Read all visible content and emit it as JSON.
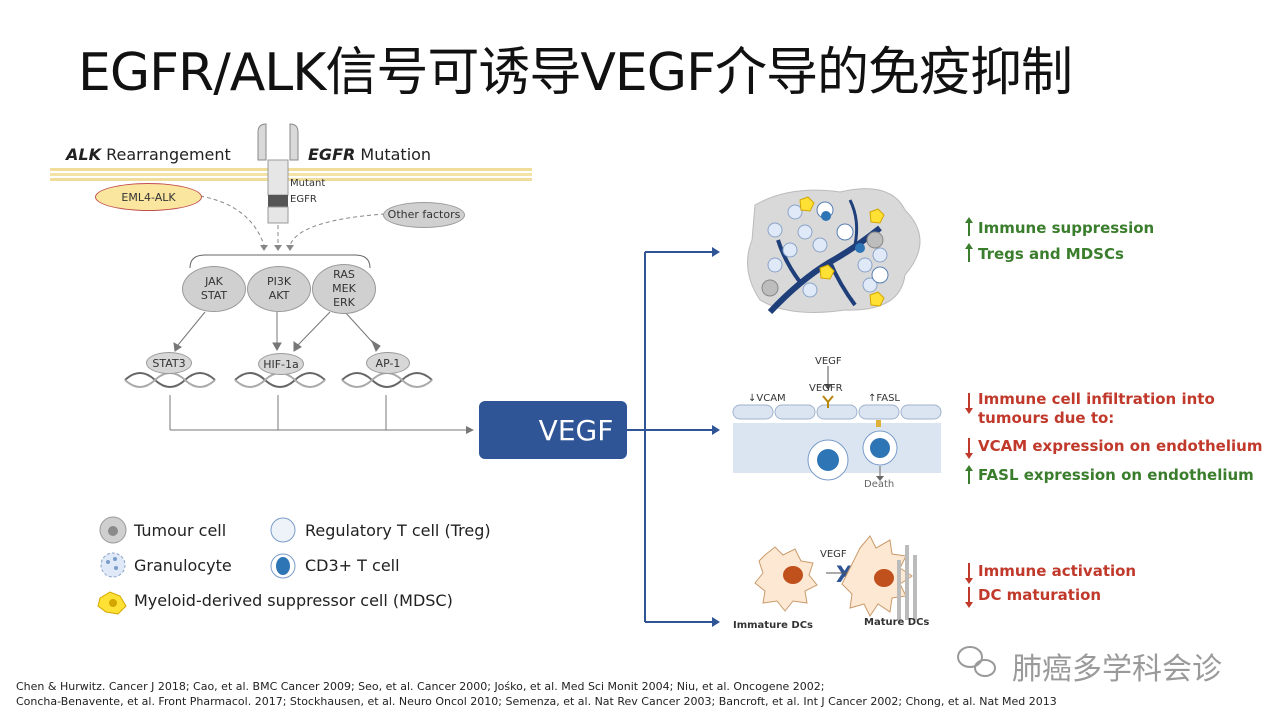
{
  "title": "EGFR/ALK信号可诱导VEGF介导的免疫抑制",
  "pathway": {
    "alk_italic": "ALK",
    "alk_rest": " Rearrangement",
    "egfr_italic": "EGFR",
    "egfr_rest": " Mutation",
    "eml4_alk": "EML4-ALK",
    "mutant": "Mutant",
    "egfr": "EGFR",
    "other_factors": "Other factors",
    "kinases": [
      {
        "l1": "JAK",
        "l2": "STAT",
        "l3": ""
      },
      {
        "l1": "PI3K",
        "l2": "AKT",
        "l3": ""
      },
      {
        "l1": "RAS",
        "l2": "MEK",
        "l3": "ERK"
      }
    ],
    "tfs": [
      "STAT3",
      "HIF-1a",
      "AP-1"
    ]
  },
  "vegf_box": "VEGF",
  "tme": {
    "vegf": "VEGF",
    "vegfr": "VEGFR",
    "vcam": "VCAM",
    "fasl": "FASL",
    "death": "Death",
    "immature_dcs": "Immature DCs",
    "mature_dcs": "Mature DCs",
    "dc_vegf": "VEGF"
  },
  "effects": {
    "block1": [
      {
        "dir": "up",
        "text": "Immune suppression",
        "color": "green"
      },
      {
        "dir": "up",
        "text": "Tregs and MDSCs",
        "color": "green"
      }
    ],
    "block2": [
      {
        "dir": "down",
        "text": "Immune cell infiltration into",
        "text2": "tumours due to:",
        "color": "red"
      },
      {
        "dir": "down",
        "text": "VCAM expression on endothelium",
        "color": "red"
      },
      {
        "dir": "up",
        "text": "FASL expression on endothelium",
        "color": "green"
      }
    ],
    "block3": [
      {
        "dir": "down",
        "text": "Immune activation",
        "color": "red"
      },
      {
        "dir": "down",
        "text": "DC maturation",
        "color": "red"
      }
    ]
  },
  "legend": {
    "tumour": "Tumour cell",
    "granulocyte": "Granulocyte",
    "mdsc": "Myeloid-derived suppressor cell (MDSC)",
    "treg": "Regulatory T cell (Treg)",
    "cd3": "CD3+ T cell"
  },
  "references": {
    "line1": "Chen & Hurwitz. Cancer J 2018; Cao, et al. BMC Cancer 2009; Seo, et al. Cancer 2000; Jośko, et al. Med Sci Monit 2004; Niu, et al. Oncogene 2002;",
    "line2": "Concha-Benavente, et al. Front Pharmacol. 2017; Stockhausen, et al. Neuro Oncol 2010; Semenza, et al. Nat Rev Cancer 2003; Bancroft, et al. Int J Cancer 2002; Chong, et al. Nat Med 2013"
  },
  "watermark": "肺癌多学科会诊",
  "colors": {
    "vegf_box": "#2f5597",
    "up_green": "#3a7d2c",
    "down_red": "#c0392b",
    "membrane": "#f3e3a6",
    "vessel": "#2f5597"
  }
}
